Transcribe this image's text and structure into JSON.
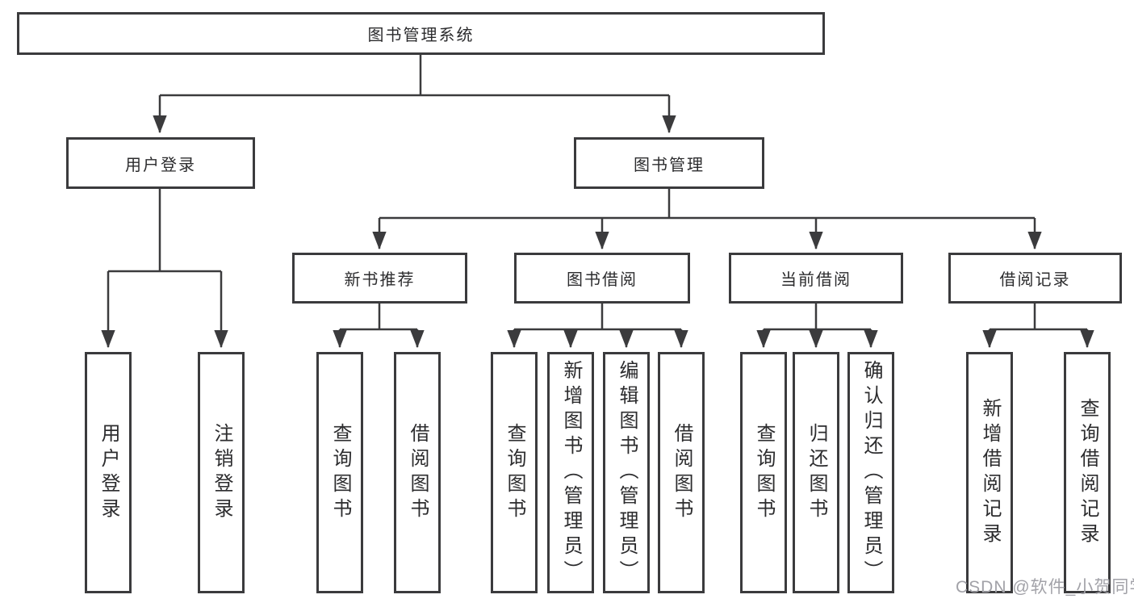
{
  "diagram": {
    "root": {
      "label": "图书管理系统"
    },
    "branches": [
      {
        "label": "用户登录",
        "children": [
          {
            "label": "用户登录"
          },
          {
            "label": "注销登录"
          }
        ]
      },
      {
        "label": "图书管理",
        "children": [
          {
            "label": "新书推荐",
            "children": [
              {
                "label": "查询图书"
              },
              {
                "label": "借阅图书"
              }
            ]
          },
          {
            "label": "图书借阅",
            "children": [
              {
                "label": "查询图书"
              },
              {
                "label": "新增图书（管理员）"
              },
              {
                "label": "编辑图书（管理员）"
              },
              {
                "label": "借阅图书"
              }
            ]
          },
          {
            "label": "当前借阅",
            "children": [
              {
                "label": "查询图书"
              },
              {
                "label": "归还图书"
              },
              {
                "label": "确认归还（管理员）"
              }
            ]
          },
          {
            "label": "借阅记录",
            "children": [
              {
                "label": "新增借阅记录"
              },
              {
                "label": "查询借阅记录"
              }
            ]
          }
        ]
      }
    ]
  },
  "watermark": {
    "text": "CSDN @软件_小贺同学"
  },
  "colors": {
    "line": "#3b3b3d",
    "text": "#2c2c2e",
    "watermark": "#a2a2a8",
    "background": "#ffffff"
  }
}
